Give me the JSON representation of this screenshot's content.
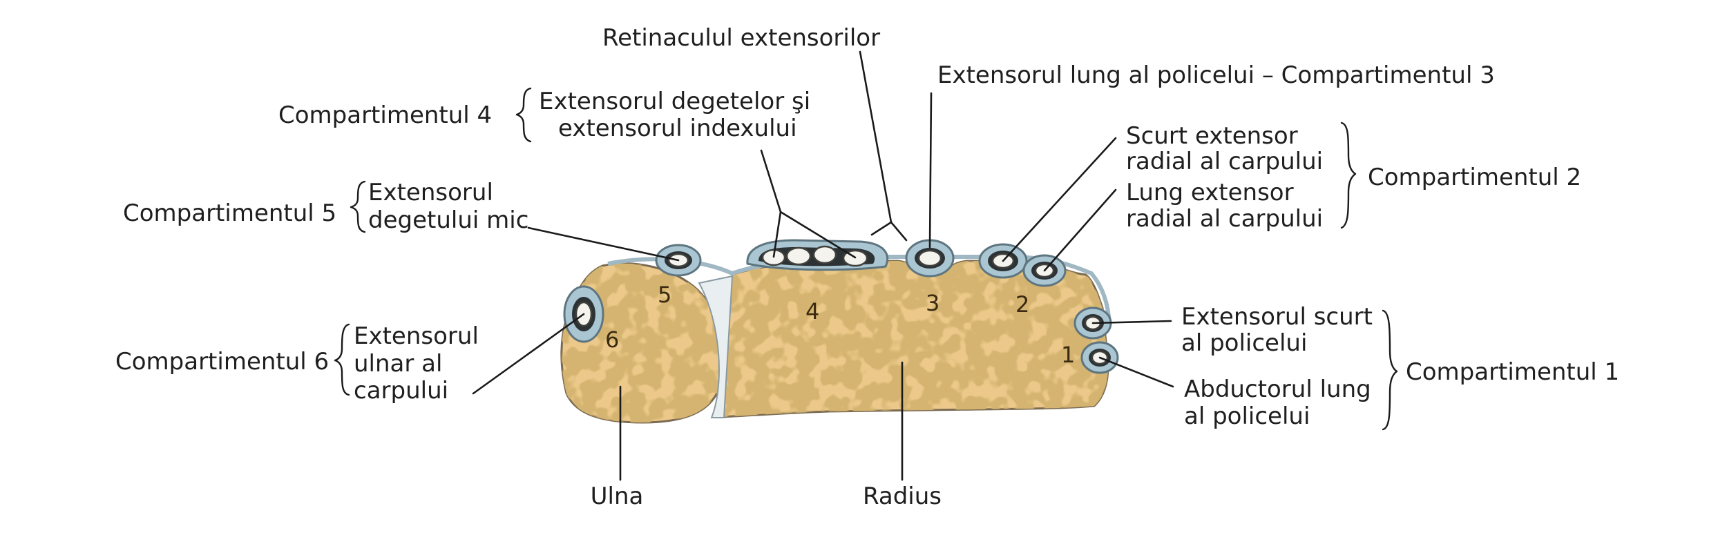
{
  "labels": {
    "retinaculum": "Retinaculul extensorilor",
    "epl": "Extensorul lung al policelui – Compartimentul 3",
    "comp4": "Compartimentul 4",
    "comp4_tendon_line1": "Extensorul degetelor şi",
    "comp4_tendon_line2": "extensorul indexului",
    "comp5": "Compartimentul 5",
    "comp5_tendon_line1": "Extensorul",
    "comp5_tendon_line2": "degetului mic",
    "comp6": "Compartimentul 6",
    "comp6_tendon_line1": "Extensorul",
    "comp6_tendon_line2": "ulnar al",
    "comp6_tendon_line3": "carpului",
    "ecrb_line1": "Scurt extensor",
    "ecrb_line2": "radial al carpului",
    "ecrl_line1": "Lung extensor",
    "ecrl_line2": "radial al carpului",
    "comp2": "Compartimentul 2",
    "epb_line1": "Extensorul scurt",
    "epb_line2": "al policelui",
    "apl_line1": "Abductorul lung",
    "apl_line2": "al policelui",
    "comp1": "Compartimentul 1",
    "ulna": "Ulna",
    "radius": "Radius"
  },
  "compartment_numbers": [
    "1",
    "2",
    "3",
    "4",
    "5",
    "6"
  ],
  "colors": {
    "bone": "#ecc98a",
    "bone_edge": "#7a6a52",
    "pore": "#b98a3c",
    "sheath": "#a9c6d2",
    "sheath_dark": "#2d3235",
    "tendon": "#f4f3ee",
    "ink": "#1a1a1a"
  }
}
